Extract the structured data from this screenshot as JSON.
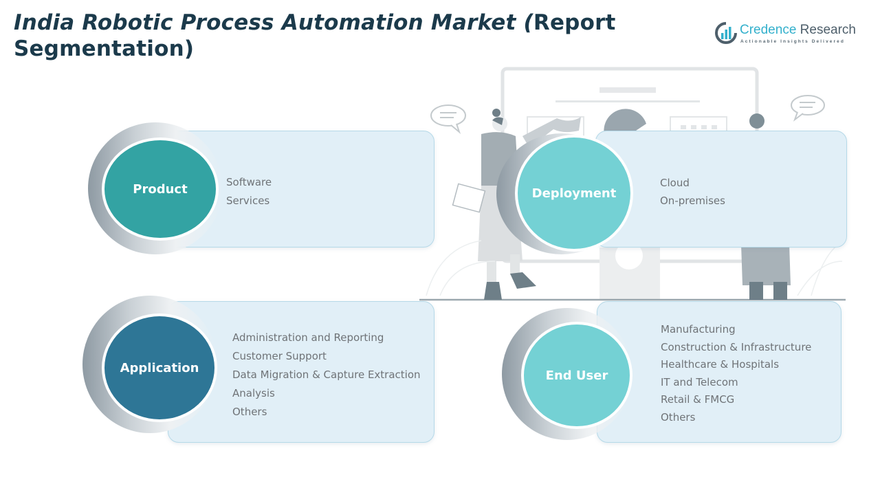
{
  "title": {
    "italic_part": "India Robotic Process Automation Market (",
    "regular_part": "Report Segmentation)"
  },
  "logo": {
    "name_part1": "Credence",
    "name_part2": " Research",
    "tagline": "Actionable Insights Delivered",
    "icon": "bar-chart-logo-icon",
    "colors": {
      "primary": "#33b0cc",
      "secondary": "#4e5f6b"
    }
  },
  "segments": [
    {
      "label": "Product",
      "color": "#33a3a3",
      "items": [
        "Software",
        "Services"
      ]
    },
    {
      "label": "Deployment",
      "color": "#74d1d4",
      "items": [
        "Cloud",
        "On-premises"
      ]
    },
    {
      "label": "Application",
      "color": "#2e7696",
      "items": [
        "Administration and Reporting",
        "Customer Support",
        "Data Migration & Capture Extraction",
        "Analysis",
        "Others"
      ]
    },
    {
      "label": "End User",
      "color": "#74d1d4",
      "items": [
        "Manufacturing",
        "Construction & Infrastructure",
        "Healthcare & Hospitals",
        "IT and Telecom",
        "Retail & FMCG",
        "Others"
      ]
    }
  ],
  "colors": {
    "title": "#1b3a4b",
    "card_bg": "#e1eff7",
    "card_border": "#b5d9e8",
    "item_text": "#6f7377"
  }
}
